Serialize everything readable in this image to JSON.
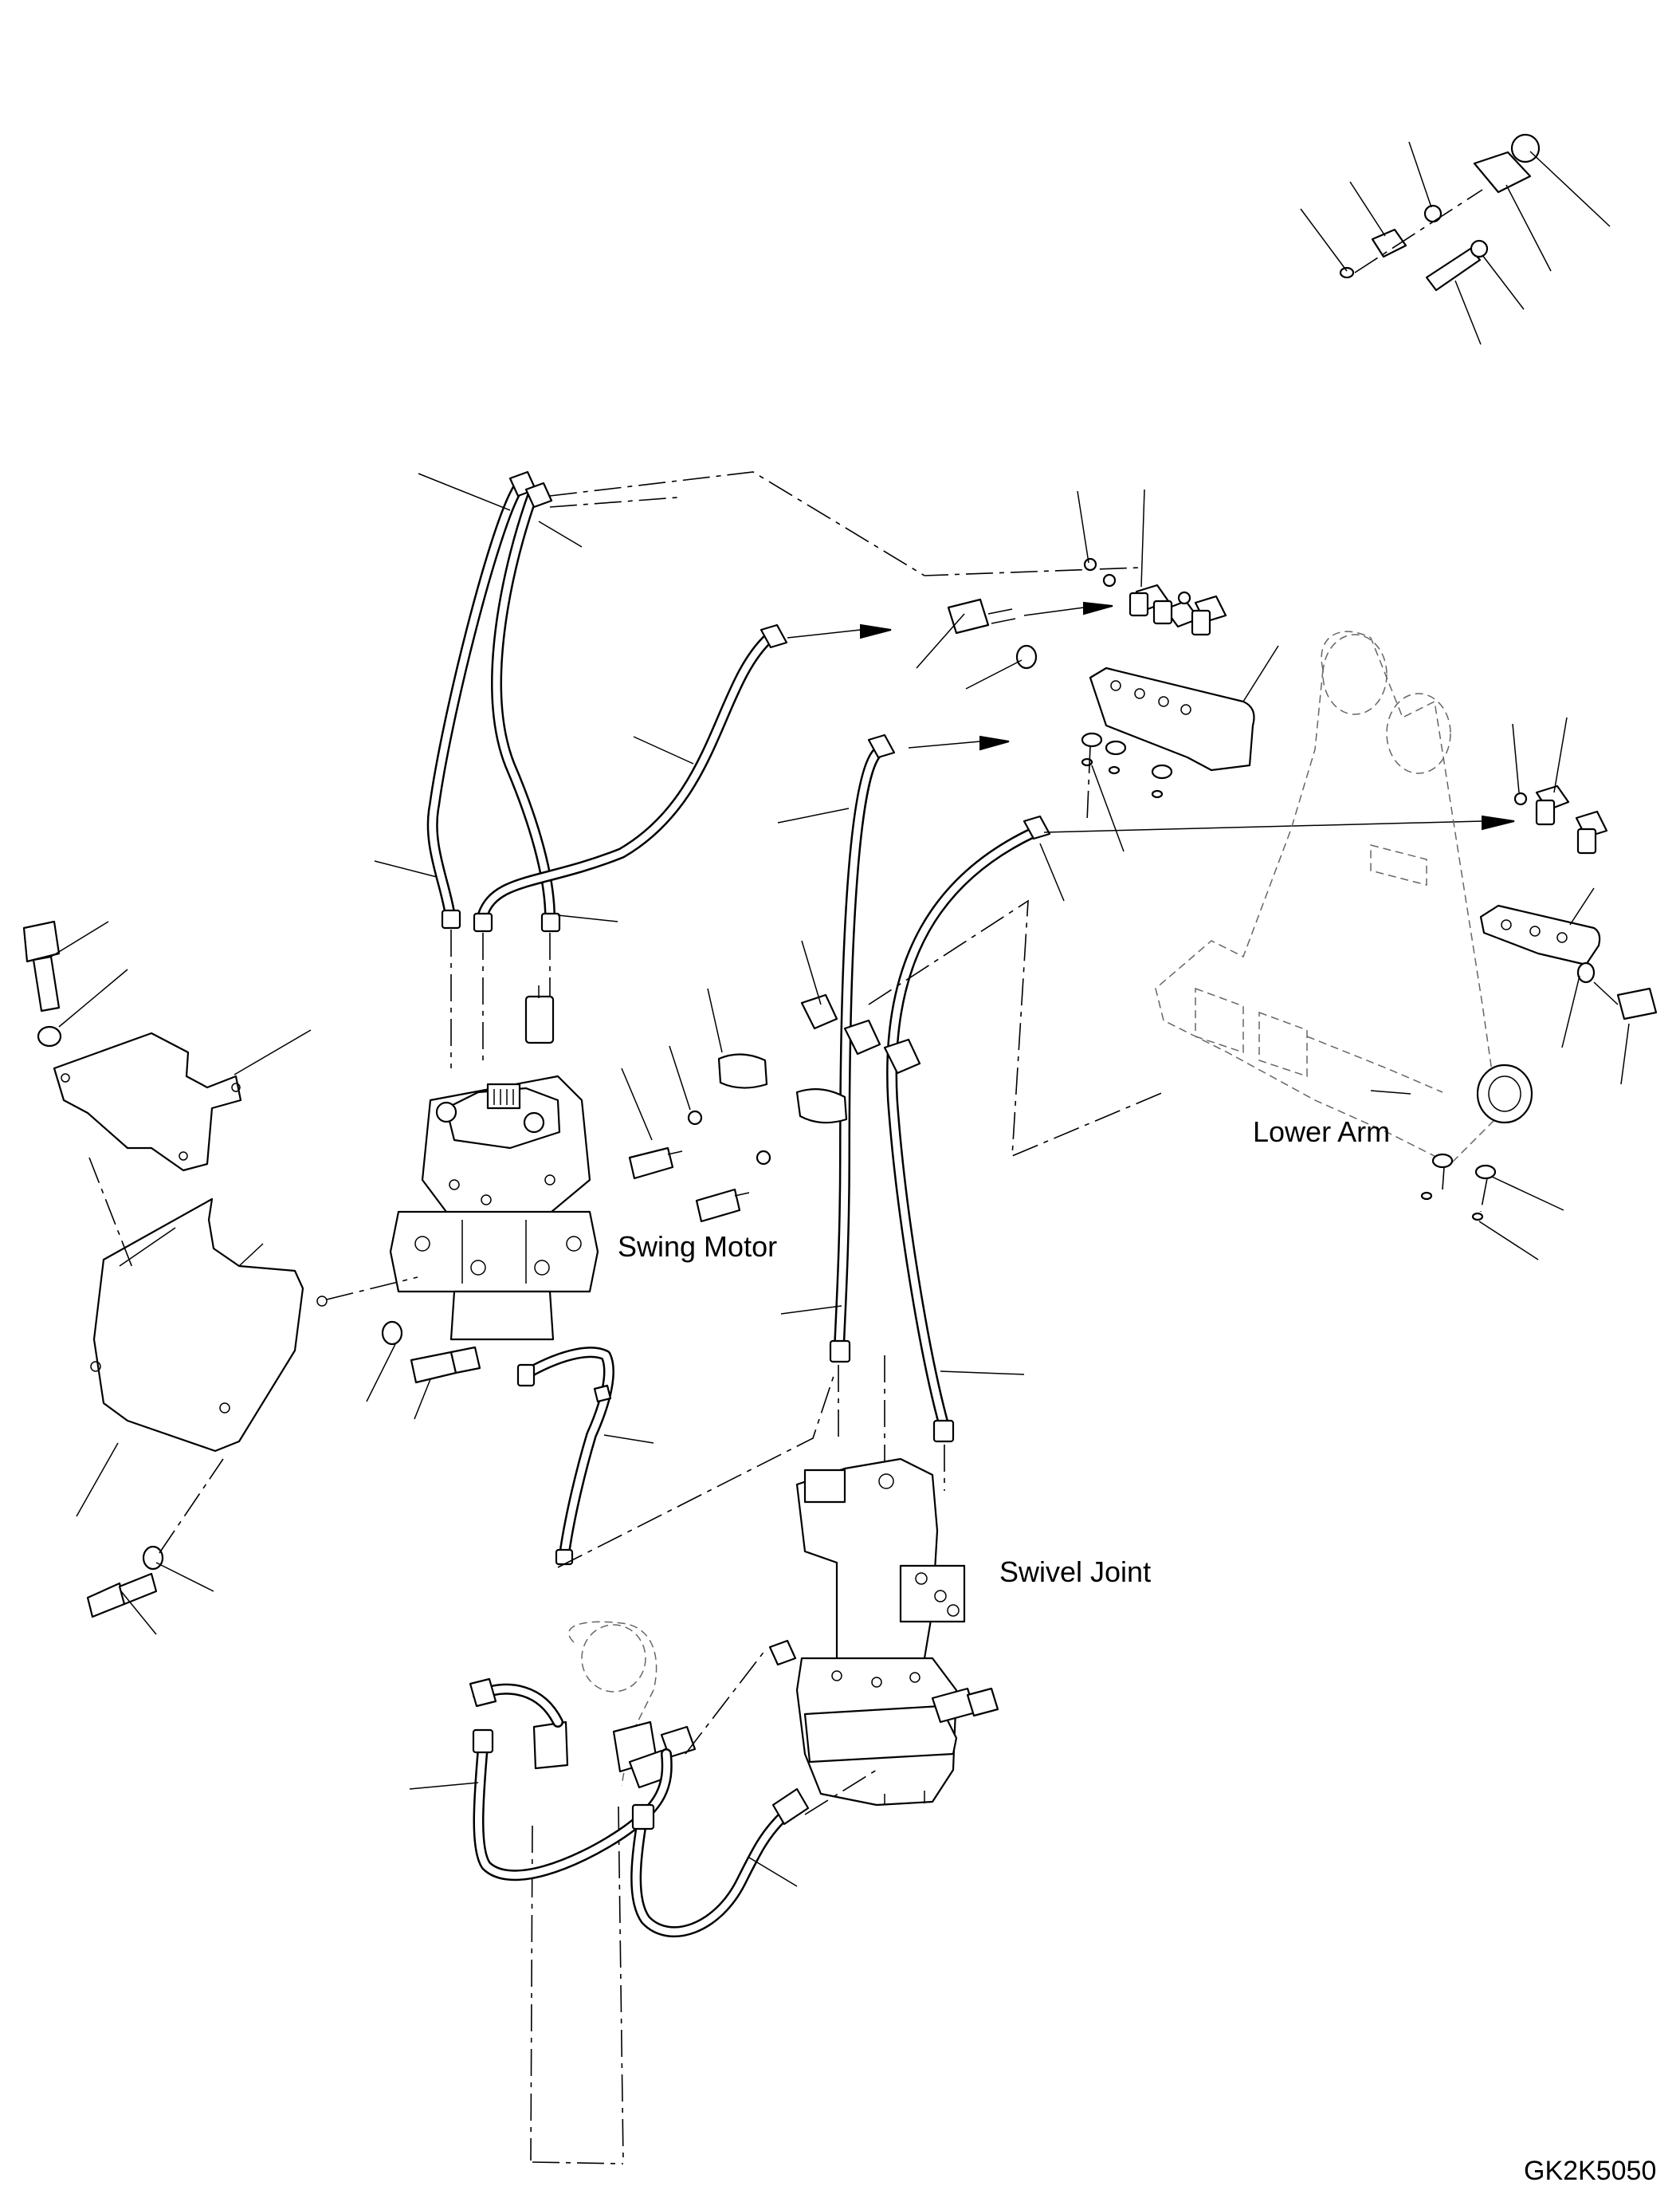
{
  "labels": {
    "swing_motor": "Swing Motor",
    "swivel_joint": "Swivel Joint",
    "lower_arm": "Lower Arm"
  },
  "drawing_code": "GK2K5050"
}
